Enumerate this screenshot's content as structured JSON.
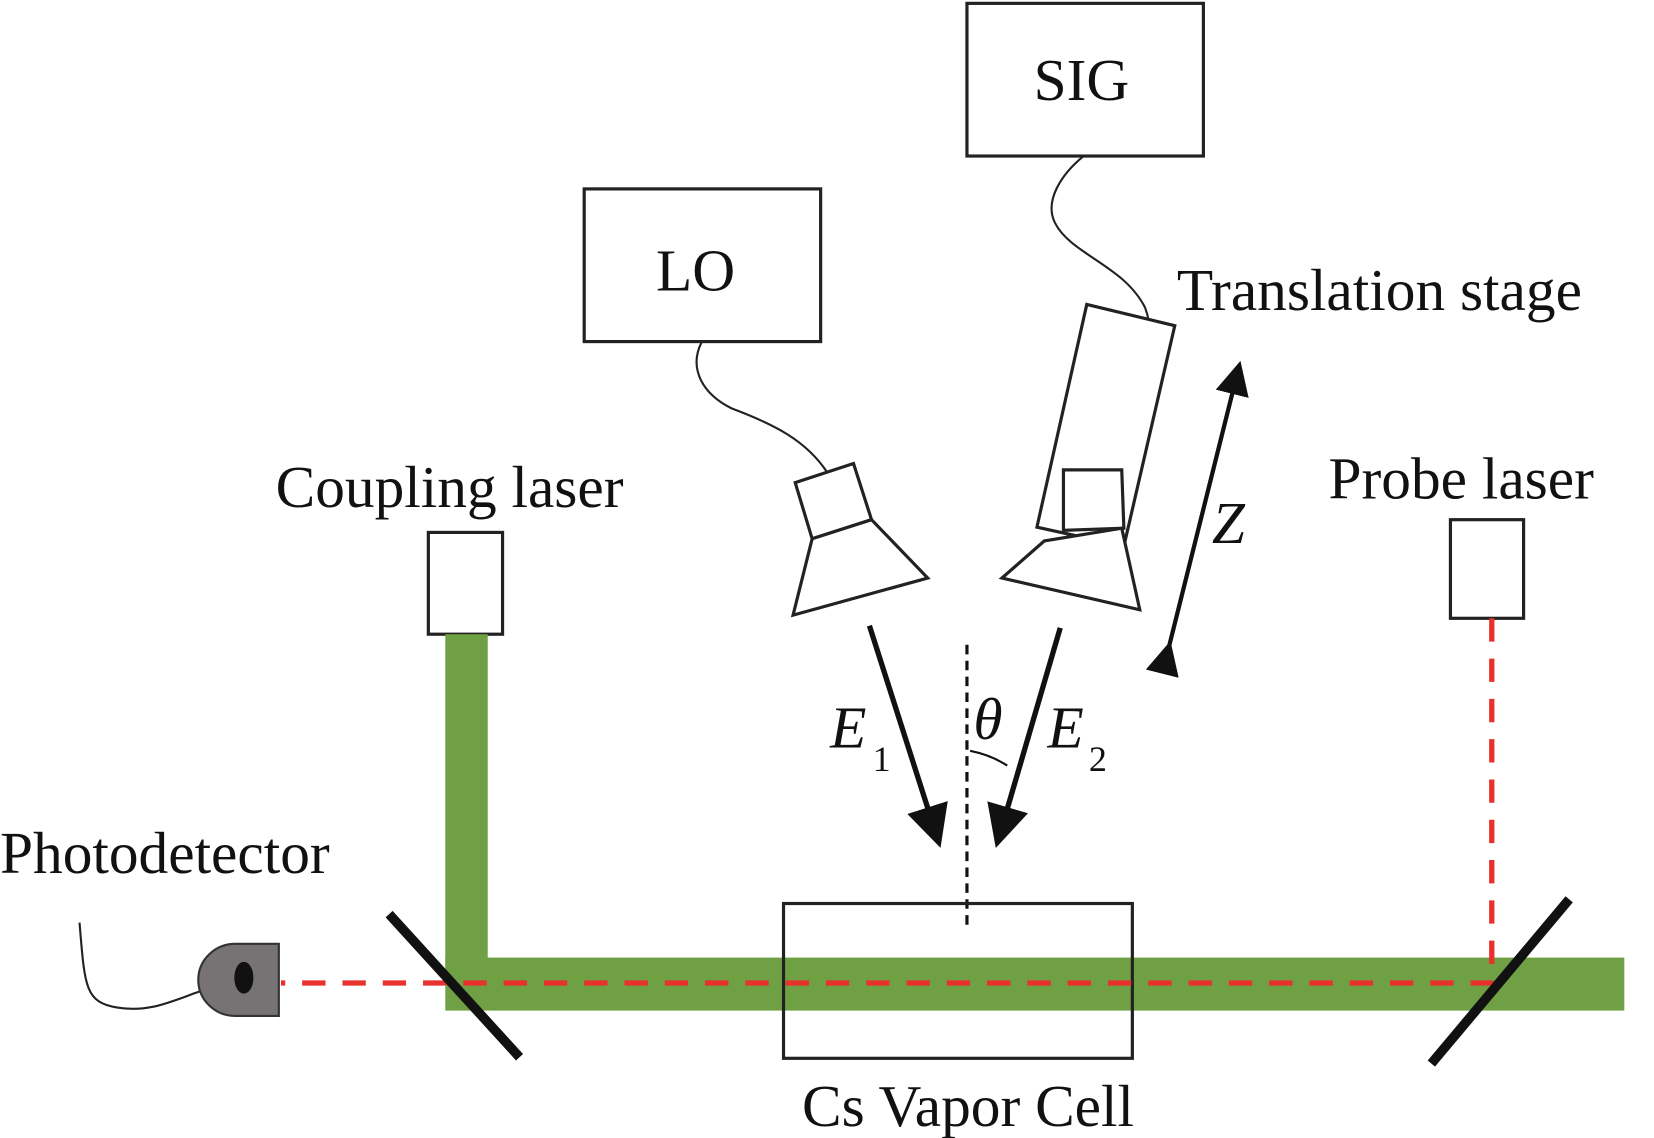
{
  "labels": {
    "sig": "SIG",
    "lo": "LO",
    "translation_stage": "Translation stage",
    "coupling_laser": "Coupling laser",
    "probe_laser": "Probe laser",
    "photodetector": "Photodetector",
    "vapor_cell": "Cs Vapor Cell",
    "z": "Z",
    "theta": "θ",
    "e1": "E",
    "e1_sub": "1",
    "e2": "E",
    "e2_sub": "2"
  },
  "colors": {
    "coupling_beam": "#70a044",
    "probe_beam": "#e8302c",
    "photodetector": "#777274"
  }
}
